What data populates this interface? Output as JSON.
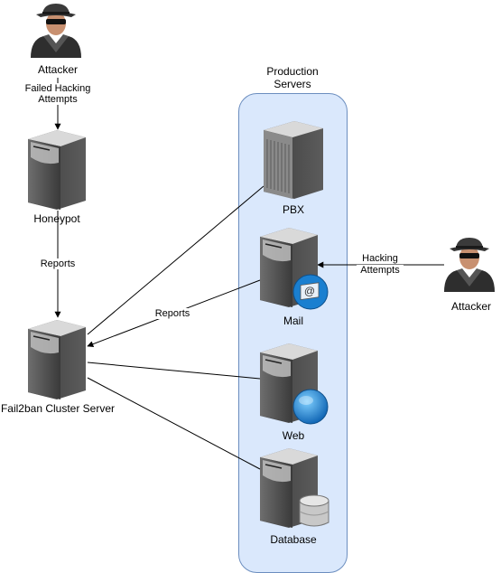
{
  "group": {
    "label_line1": "Production",
    "label_line2": "Servers"
  },
  "nodes": {
    "attacker_top": {
      "label": "Attacker"
    },
    "honeypot": {
      "label": "Honeypot"
    },
    "fail2ban": {
      "label": "Fail2ban Cluster Server"
    },
    "pbx": {
      "label": "PBX"
    },
    "mail": {
      "label": "Mail"
    },
    "web": {
      "label": "Web"
    },
    "database": {
      "label": "Database"
    },
    "attacker_right": {
      "label": "Attacker"
    }
  },
  "edges": {
    "failed_hacking_line1": "Failed Hacking",
    "failed_hacking_line2": "Attempts",
    "reports_honeypot": "Reports",
    "reports_mail": "Reports",
    "hacking_line1": "Hacking",
    "hacking_line2": "Attempts"
  },
  "colors": {
    "group_fill": "#dae8fc",
    "group_stroke": "#6c8ebf",
    "server_body": "#4a4a4a",
    "server_top": "#d9d9d9",
    "accent_blue": "#1a7fd0"
  }
}
